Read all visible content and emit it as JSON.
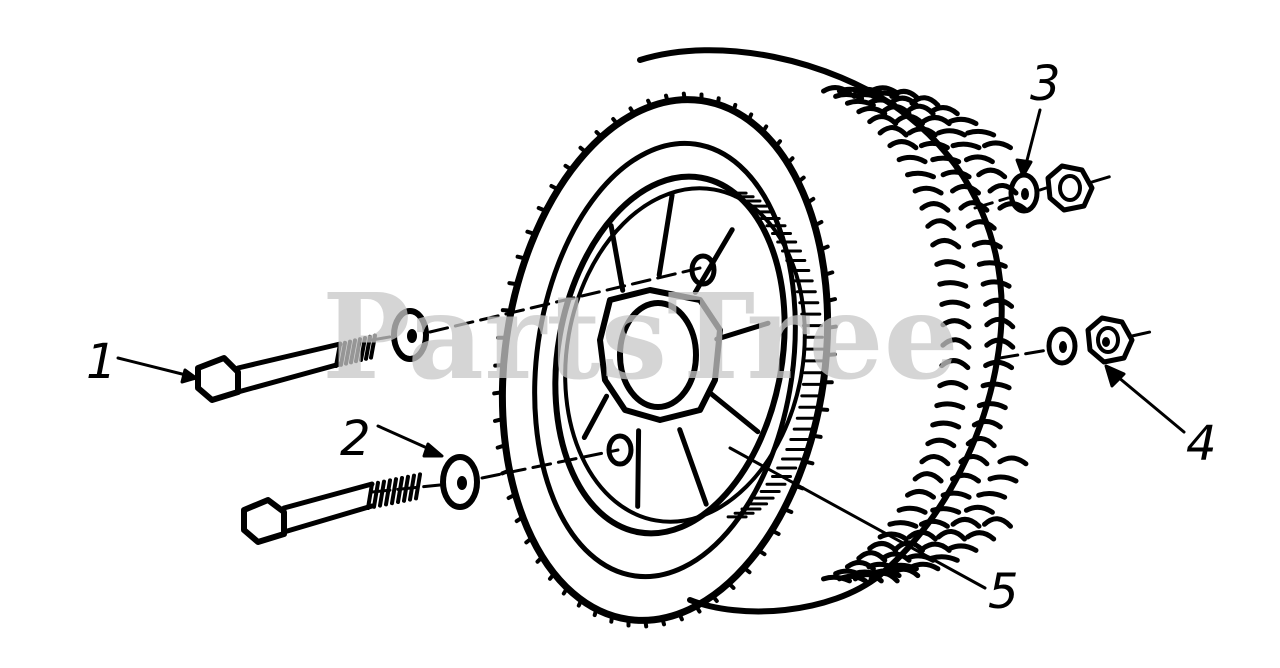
{
  "watermark": "PartsTree",
  "callouts": [
    "1",
    "2",
    "3",
    "4",
    "5"
  ],
  "colors": {
    "ink": "#000000",
    "paper": "#ffffff",
    "watermark": "#c8c8c8"
  }
}
